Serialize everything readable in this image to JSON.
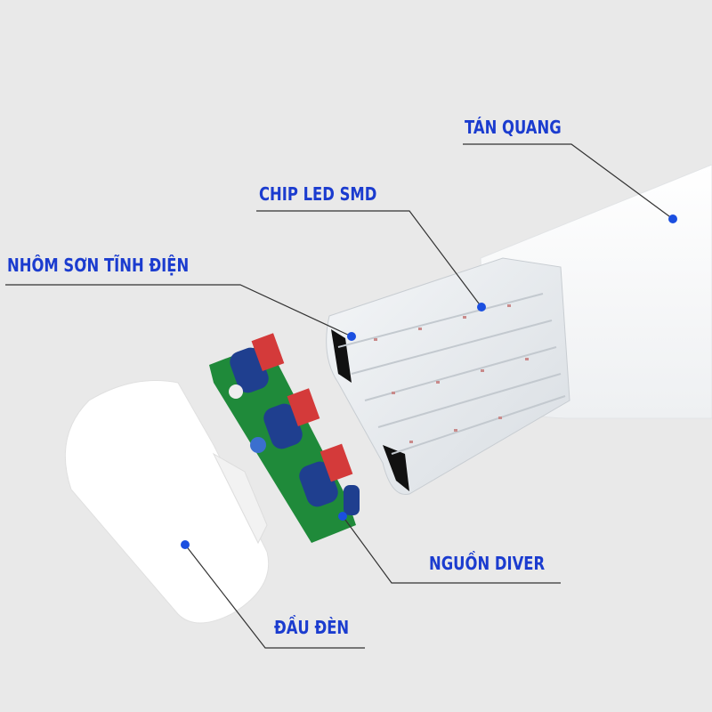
{
  "labels": {
    "diffuser": "TÁN QUANG",
    "chip": "CHIP LED SMD",
    "aluminum": "NHÔM SƠN TĨNH ĐIỆN",
    "driver": "NGUỒN DIVER",
    "endcap": "ĐẦU ĐÈN"
  },
  "colors": {
    "label": "#1b3ccf",
    "dot": "#1b4fe0",
    "pcb": "#1f8a3a"
  }
}
